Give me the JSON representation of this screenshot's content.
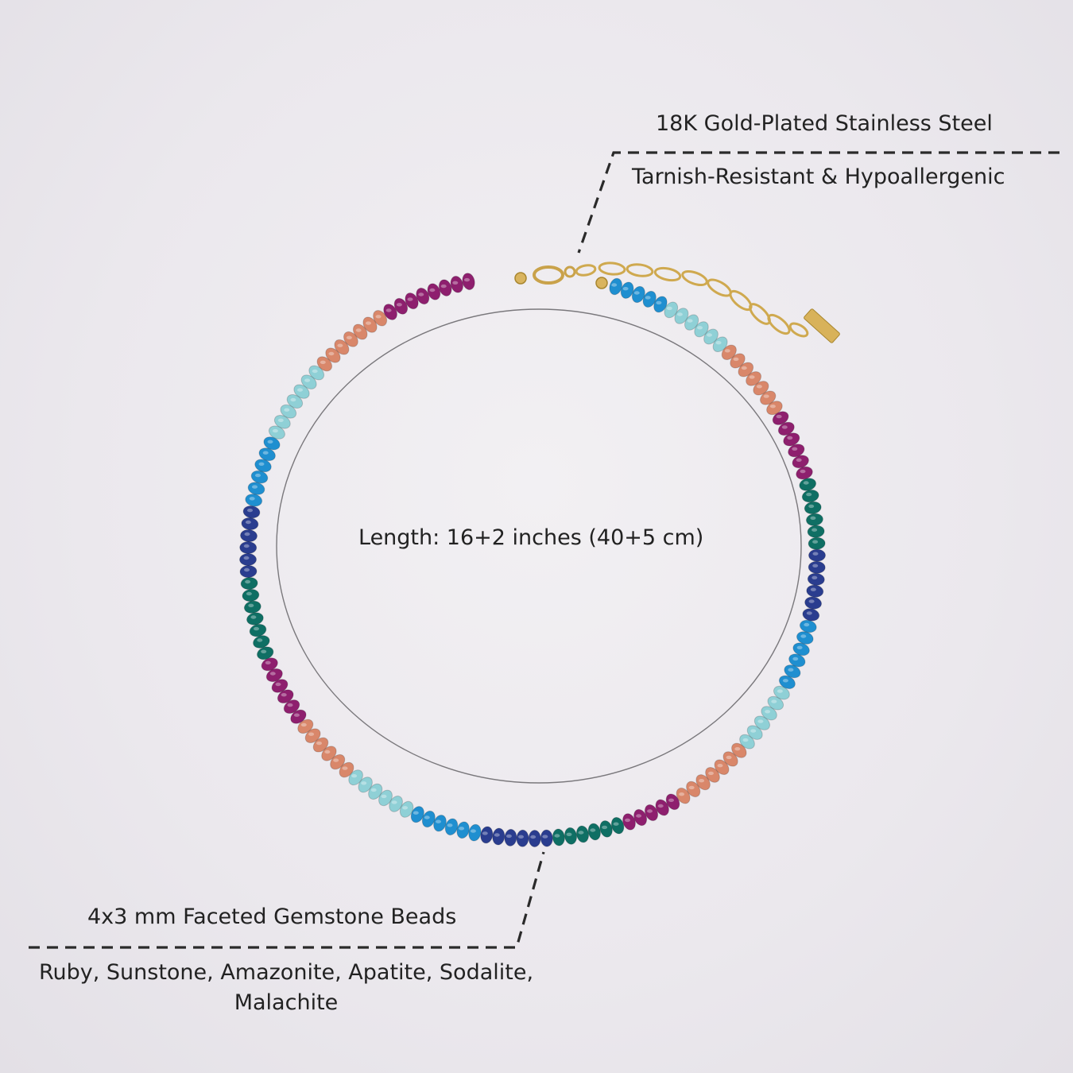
{
  "annotations": {
    "top_title": "18K Gold-Plated Stainless Steel",
    "top_subtitle": "Tarnish-Resistant & Hypoallergenic",
    "center_text": "Length: 16+2 inches (40+5 cm)",
    "bottom_title": "4x3 mm Faceted Gemstone Beads",
    "bottom_subtitle": "Ruby, Sunstone, Amazonite, Apatite, Sodalite, Malachite"
  },
  "colors": {
    "background": "#ebe8ed",
    "text": "#222222",
    "leader_line": "#2a2a2a",
    "gold": "#d4ad55",
    "ruby": "#8e1f6e",
    "sunstone": "#d9876a",
    "amazonite": "#8fd0d6",
    "apatite": "#1f8fd0",
    "sodalite": "#2a3d8f",
    "malachite": "#0f6f64"
  },
  "icons": [
    "necklace-image",
    "lobster-clasp-icon",
    "extender-chain-icon",
    "brand-tag-icon"
  ]
}
